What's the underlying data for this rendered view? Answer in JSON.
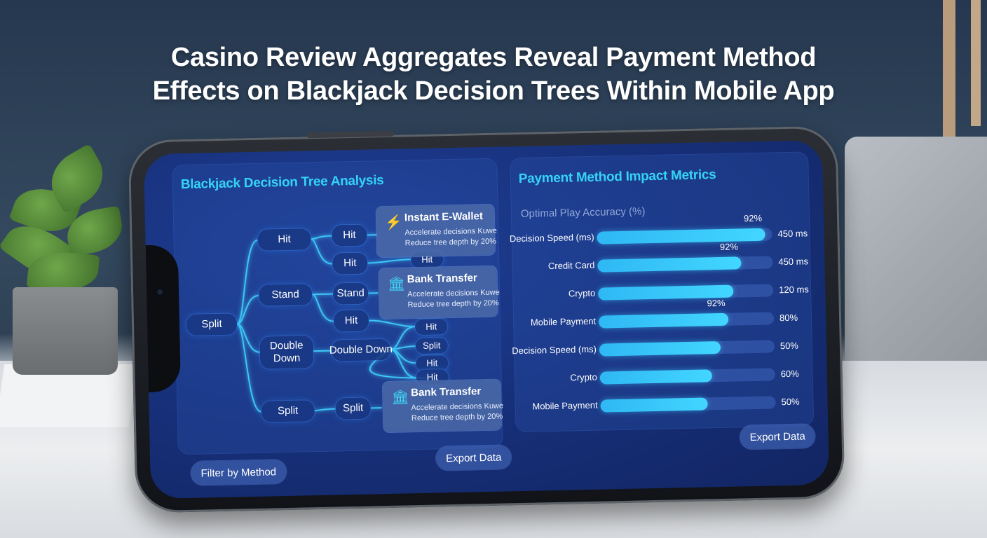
{
  "headline": {
    "line1": "Casino Review Aggregates Reveal Payment Method",
    "line2": "Effects on Blackjack Decision Trees Within Mobile App"
  },
  "left_panel": {
    "title": "Blackjack Decision Tree Analysis",
    "root": "Split",
    "level1": [
      "Hit",
      "Stand",
      "Double Down",
      "Split"
    ],
    "level2": [
      "Hit",
      "Hit",
      "Stand",
      "Hit",
      "Double Down",
      "Split"
    ],
    "level3": [
      "Hit",
      "Hit",
      "Split",
      "Hit",
      "Hit"
    ],
    "callouts": [
      {
        "icon": "lightning-icon",
        "title": "Instant E-Wallet",
        "line1": "Accelerate decisions Kuwe",
        "line2": "Reduce tree depth by 20%"
      },
      {
        "icon": "bank-icon",
        "title": "Bank Transfer",
        "line1": "Accelerate decisions Kuwe",
        "line2": "Reduce tree depth by 20%"
      },
      {
        "icon": "bank-icon",
        "title": "Bank Transfer",
        "line1": "Accelerate decisions Kuwe",
        "line2": "Reduce tree depth by 20%"
      }
    ],
    "filter_button": "Filter by Method",
    "export_button": "Export Data"
  },
  "right_panel": {
    "title": "Payment Method Impact Metrics",
    "subtitle": "Optimal Play Accuracy (%)",
    "export_button": "Export Data",
    "colors": {
      "bar_fill": "#35c8f8",
      "bar_track": "#3d5fb8",
      "title": "#35d3f5"
    },
    "rows": [
      {
        "label": "Decision Speed (ms)",
        "fill": 0.96,
        "value": "450 ms",
        "pct": "92%"
      },
      {
        "label": "Credit Card",
        "fill": 0.82,
        "value": "450 ms",
        "pct": "92%"
      },
      {
        "label": "Crypto",
        "fill": 0.77,
        "value": "120 ms",
        "pct": ""
      },
      {
        "label": "Mobile Payment",
        "fill": 0.74,
        "value": "80%",
        "pct": "92%"
      },
      {
        "label": "Decision Speed (ms)",
        "fill": 0.69,
        "value": "50%",
        "pct": ""
      },
      {
        "label": "Crypto",
        "fill": 0.64,
        "value": "60%",
        "pct": ""
      },
      {
        "label": "Mobile Payment",
        "fill": 0.61,
        "value": "50%",
        "pct": ""
      }
    ]
  }
}
